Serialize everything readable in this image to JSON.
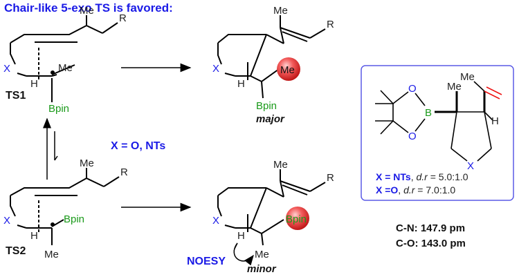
{
  "title": "Chair-like 5-exo TS is favored:",
  "colors": {
    "heading": "#1a1ae6",
    "boron": "#1a9a1a",
    "heteroatom": "#1a1ae6",
    "vinyl": "#e11",
    "highlight": "#e23030",
    "box_border": "#5a5ae6"
  },
  "labels": {
    "me": "Me",
    "r": "R",
    "x": "X",
    "h": "H",
    "bpin": "Bpin",
    "b": "B",
    "o": "O",
    "ts1": "TS1",
    "ts2": "TS2",
    "major": "major",
    "minor": "minor",
    "noesy": "NOESY",
    "x_condition": "X = O, NTs"
  },
  "product_box": {
    "line1_label": "X = NTs",
    "line1_sep": ", ",
    "line1_dr_label": "d.r",
    "line1_dr_value": " = 5.0:1.0",
    "line2_label": "X =O",
    "line2_sep": ", ",
    "line2_dr_label": "d.r",
    "line2_dr_value": " = 7.0:1.0"
  },
  "bond_lengths": {
    "cn": "C-N: 147.9 pm",
    "co": "C-O: 143.0 pm"
  }
}
